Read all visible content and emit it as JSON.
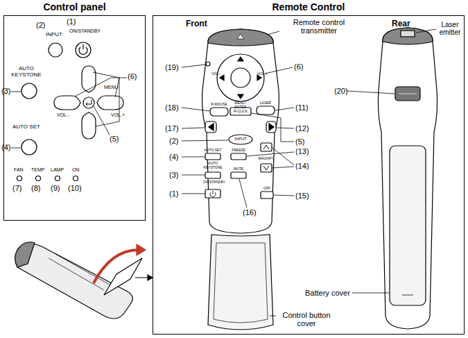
{
  "diagram": {
    "nodes": [
      {
        "text": [
          "Control panel"
        ]
      },
      {
        "text": [
          "Remote Control"
        ]
      }
    ],
    "labels": [
      "(2)",
      "INPUT",
      "(1)",
      "ON/STANDBY",
      "AUTO KEYSTONE",
      "(3)",
      "(6)",
      "MENU",
      "VOL.-",
      "VOL.+",
      "(5)",
      "AUTO SET",
      "(4)",
      "FAN",
      "TEMP",
      "LAMP",
      "ON",
      "(7)",
      "(8)",
      "(9)",
      "(10)",
      "Front",
      "Remote control transmitter",
      "Rear",
      "Laser emitter",
      "(19)",
      "(6)",
      "VOL.-",
      "VOL.+",
      "(18)",
      "R-MOUSE",
      "LASER",
      "(11)",
      "MENU / ENTER",
      "R-CLICK",
      "(17)",
      "(12)",
      "INPUT",
      "(2)",
      "(5)",
      "(13)",
      "AUTO SET",
      "FREEZE",
      "(4)",
      "(14)",
      "AUTO KEYSTONE",
      "MAGNIFY",
      "MUTE",
      "(3)",
      "ON/STANDBY",
      "(1)",
      "OFF",
      "(15)",
      "(16)",
      "(20)",
      "Battery cover",
      "Control button cover"
    ]
  }
}
